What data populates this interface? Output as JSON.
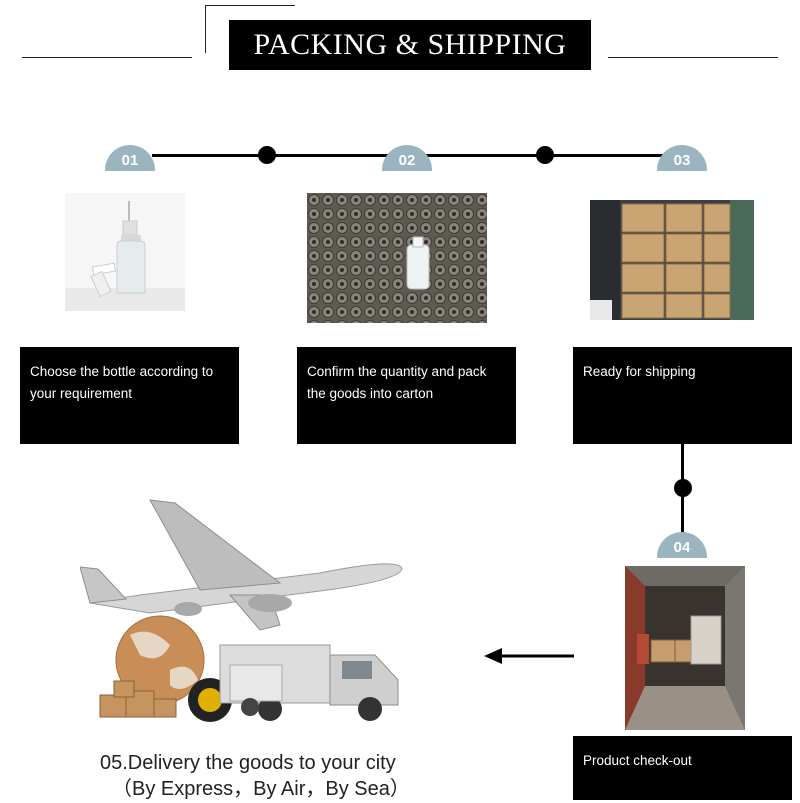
{
  "header": {
    "title": "PACKING & SHIPPING"
  },
  "steps": [
    {
      "number": "01",
      "caption": "Choose the bottle according to your requirement"
    },
    {
      "number": "02",
      "caption": "Confirm the quantity and pack the goods into carton"
    },
    {
      "number": "03",
      "caption": "Ready for shipping"
    },
    {
      "number": "04",
      "caption": "Product check-out"
    }
  ],
  "delivery": {
    "line1": "05.Delivery the goods to your city",
    "line2": "（By Express，By Air，By Sea）"
  },
  "icons": [
    "arrow-left-icon",
    "airplane-icon",
    "globe-icon",
    "truck-icon",
    "boxes-icon"
  ]
}
